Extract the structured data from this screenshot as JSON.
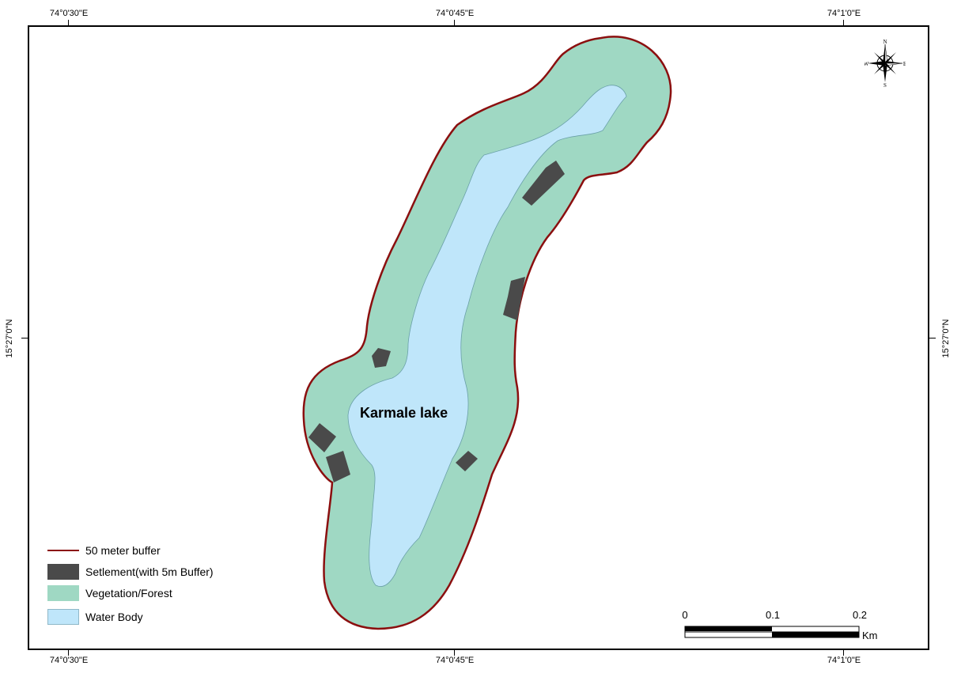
{
  "axes": {
    "top_labels": [
      "74°0'30\"E",
      "74°0'45\"E",
      "74°1'0\"E"
    ],
    "bottom_labels": [
      "74°0'30\"E",
      "74°0'45\"E",
      "74°1'0\"E"
    ],
    "left_label": "15°27'0\"N",
    "right_label": "15°27'0\"N"
  },
  "map": {
    "lake_name": "Karmale lake"
  },
  "legend": {
    "items": [
      {
        "label": "50 meter buffer",
        "kind": "line",
        "color": "#8b0f0f"
      },
      {
        "label": "Setlement(with 5m Buffer)",
        "kind": "box",
        "color": "#4a4a4a"
      },
      {
        "label": "Vegetation/Forest",
        "kind": "box",
        "color": "#9fd8c3"
      },
      {
        "label": "Water Body",
        "kind": "box",
        "color": "#bfe6fa"
      }
    ]
  },
  "scalebar": {
    "ticks": [
      "0",
      "0.1",
      "0.2"
    ],
    "unit": "Km"
  },
  "compass": {
    "n": "N",
    "s": "S",
    "e": "E",
    "w": "W"
  },
  "colors": {
    "buffer_outline": "#8b0f0f",
    "vegetation": "#9fd8c3",
    "water": "#bfe6fa",
    "settlement": "#4a4a4a"
  }
}
